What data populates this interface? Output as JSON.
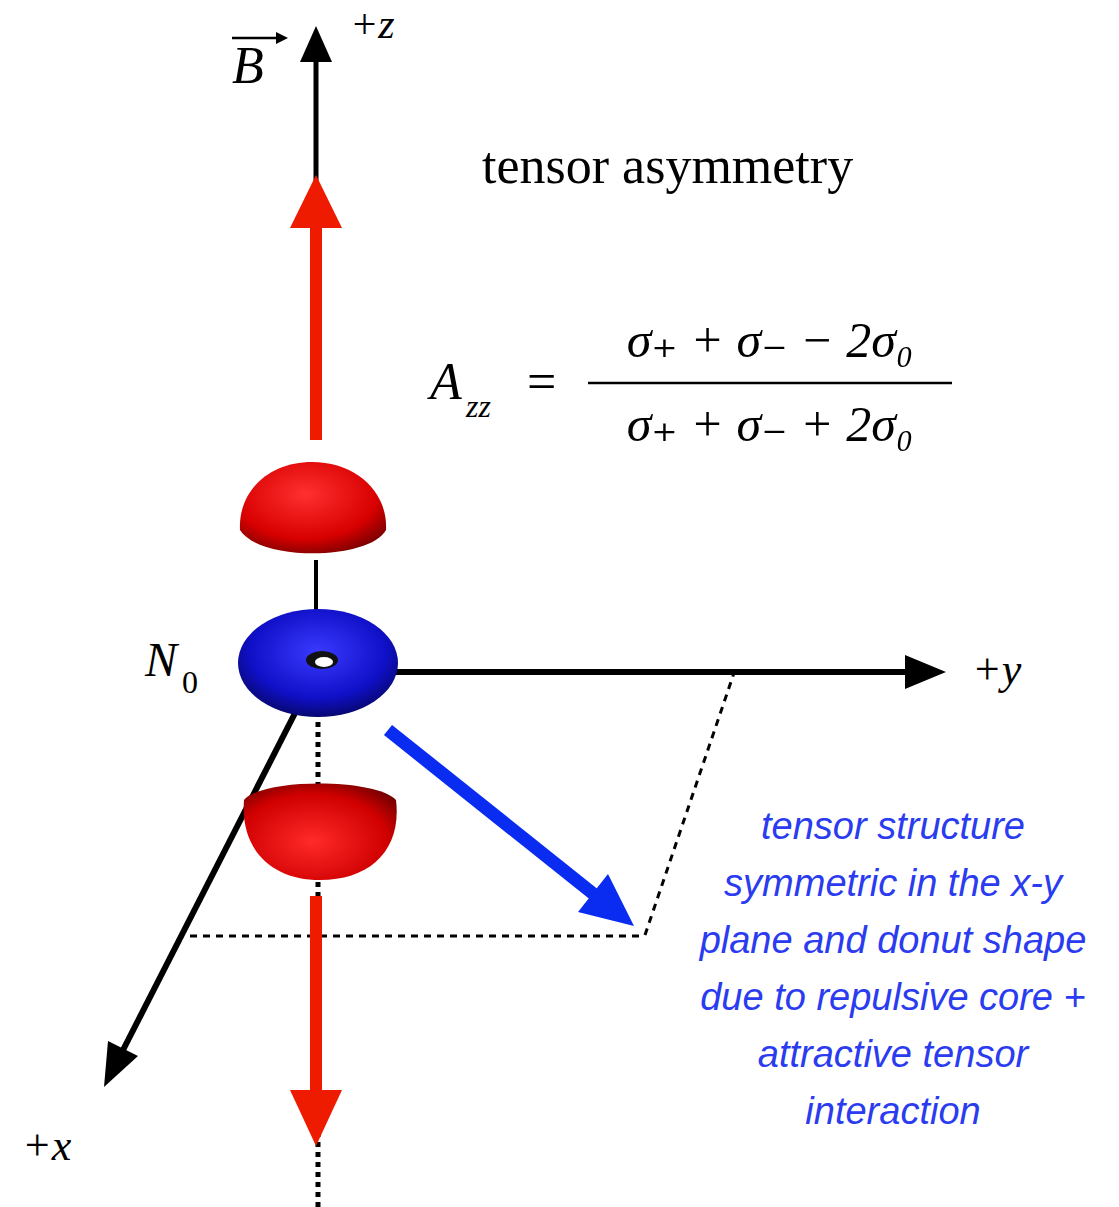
{
  "diagram": {
    "labels": [
      "B",
      "+z",
      "tensor asymmetry",
      "A",
      "zz",
      "=",
      "σ₊ + σ₋ − 2σ₀",
      "σ₊ + σ₋ + 2σ₀",
      "N",
      "0",
      "+y",
      "+x",
      "tensor structure symmetric in the x-y plane and donut shape due to repulsive core + attractive tensor interaction"
    ]
  }
}
